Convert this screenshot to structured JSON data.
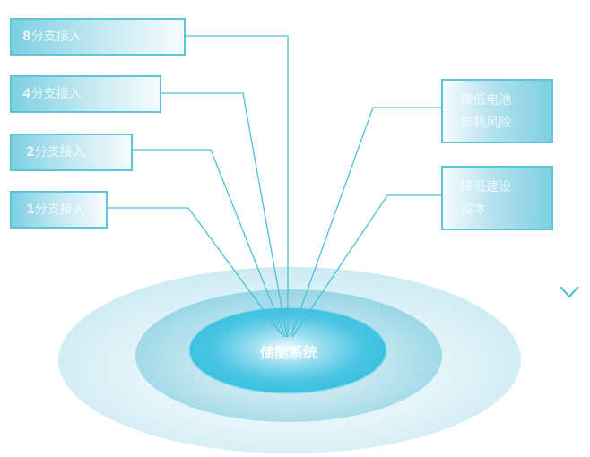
{
  "diagram": {
    "center": {
      "label": "储能系统"
    },
    "inputs": [
      {
        "num": "8",
        "text": "分支接入"
      },
      {
        "num": "4",
        "text": "分支接入"
      },
      {
        "num": "2",
        "text": "分支接入"
      },
      {
        "num": "1",
        "text": " 分支接入"
      }
    ],
    "outputs": [
      {
        "lines": [
          "降低电池",
          "损耗风险"
        ]
      },
      {
        "lines": [
          "降低建设",
          "成本"
        ]
      }
    ],
    "arrow": {
      "direction": "down"
    },
    "colors": {
      "border": "#5fc3d9",
      "line": "#4fbfd8",
      "core": "#3cc2e0",
      "arrow": "#1fa3cf"
    }
  }
}
